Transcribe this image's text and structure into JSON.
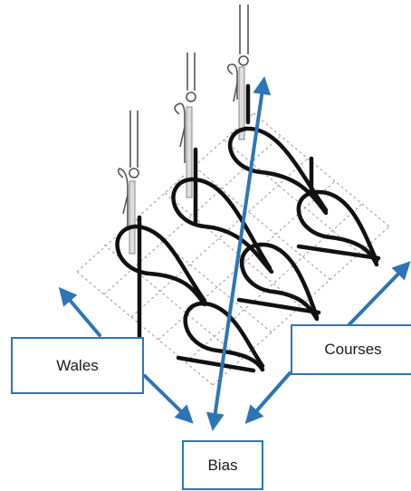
{
  "labels": {
    "wales": "Wales",
    "courses": "Courses",
    "bias": "Bias"
  },
  "colors": {
    "arrow": "#2e75b6",
    "yarn": "#111111",
    "grid": "#9a9a9a",
    "needle": "#555555"
  },
  "icons": [
    "latch-needle-icon",
    "yarn-loop-icon",
    "arrow-icon"
  ]
}
